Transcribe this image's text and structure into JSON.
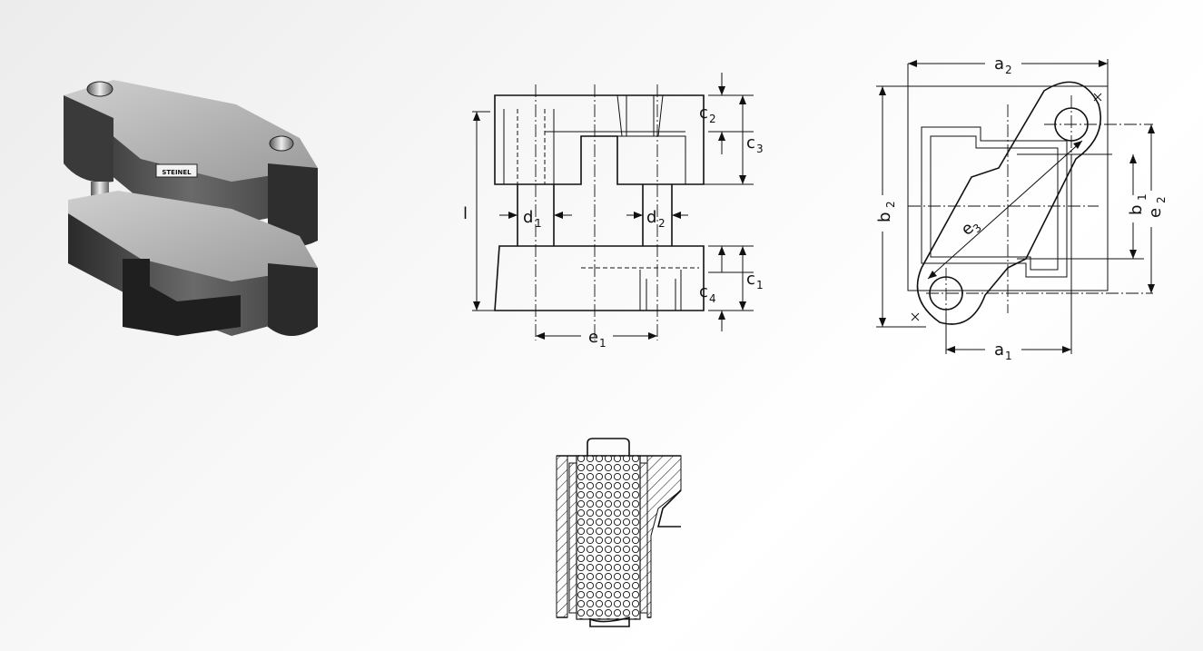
{
  "photo": {
    "brand_text": "STEINEL"
  },
  "front_view": {
    "labels": {
      "l": "l",
      "c2": "c",
      "c2_sub": "2",
      "c3": "c",
      "c3_sub": "3",
      "c4": "c",
      "c4_sub": "4",
      "c1": "c",
      "c1_sub": "1",
      "d1": "d",
      "d1_sub": "1",
      "d2": "d",
      "d2_sub": "2",
      "e1": "e",
      "e1_sub": "1"
    }
  },
  "top_view": {
    "labels": {
      "a2": "a",
      "a2_sub": "2",
      "a1": "a",
      "a1_sub": "1",
      "b2": "b",
      "b2_sub": "2",
      "b1": "b",
      "b1_sub": "1",
      "e2": "e",
      "e2_sub": "2",
      "e3": "e",
      "e3_sub": "3"
    }
  }
}
